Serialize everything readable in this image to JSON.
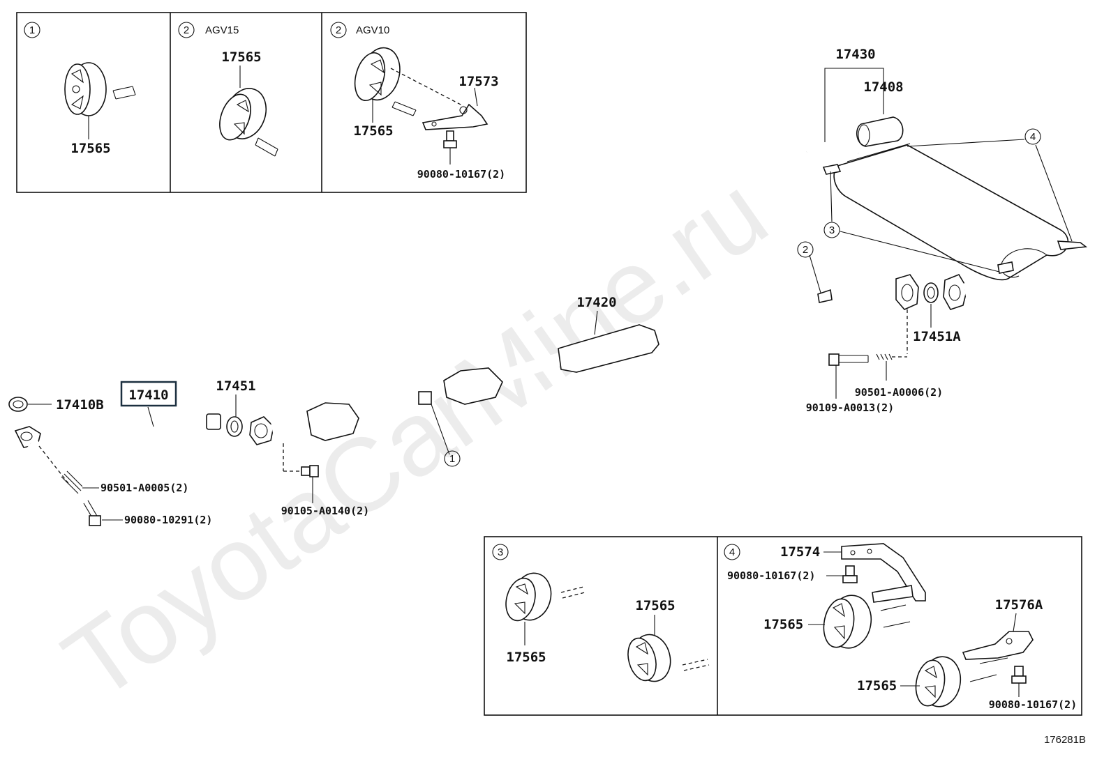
{
  "watermark": "ToyotaCarMine.ru",
  "diagram_id": "176281B",
  "insets_top": [
    {
      "num": "1",
      "variant": "",
      "labels": [
        "17565"
      ]
    },
    {
      "num": "2",
      "variant": "AGV15",
      "labels": [
        "17565"
      ]
    },
    {
      "num": "2",
      "variant": "AGV10",
      "labels": [
        "17565",
        "17573",
        "90080-10167(2)"
      ]
    }
  ],
  "insets_bottom": [
    {
      "num": "3",
      "labels": [
        "17565",
        "17565"
      ]
    },
    {
      "num": "4",
      "labels": [
        "17574",
        "90080-10167(2)",
        "17565",
        "17576A",
        "17565",
        "90080-10167(2)"
      ]
    }
  ],
  "main": {
    "gasket_front": "17410B",
    "front_pipe": "17410",
    "spring_front": "90501-A0005(2)",
    "bolt_front": "90080-10291(2)",
    "gasket_mid": "17451",
    "bolt_mid": "90105-A0140(2)",
    "center_pipe": "17420",
    "gasket_rear": "17451A",
    "spring_rear": "90501-A0006(2)",
    "bolt_rear": "90109-A0013(2)",
    "tail_assy": "17430",
    "tail_tip": "17408"
  },
  "callouts": [
    "1",
    "2",
    "3",
    "4"
  ]
}
